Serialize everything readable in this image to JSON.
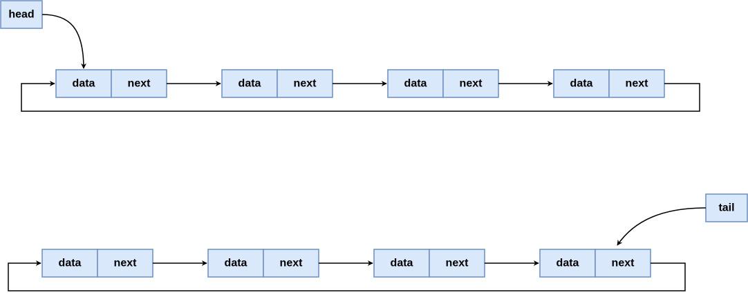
{
  "diagram": {
    "pointers": {
      "head": "head",
      "tail": "tail"
    },
    "node_fields": {
      "data": "data",
      "next": "next"
    },
    "lists": [
      {
        "nodes": 4,
        "pointer": "head"
      },
      {
        "nodes": 4,
        "pointer": "tail"
      }
    ]
  },
  "colors": {
    "node_fill": "#dae8fc",
    "node_stroke": "#6c8ebf",
    "arrow": "#000000"
  }
}
